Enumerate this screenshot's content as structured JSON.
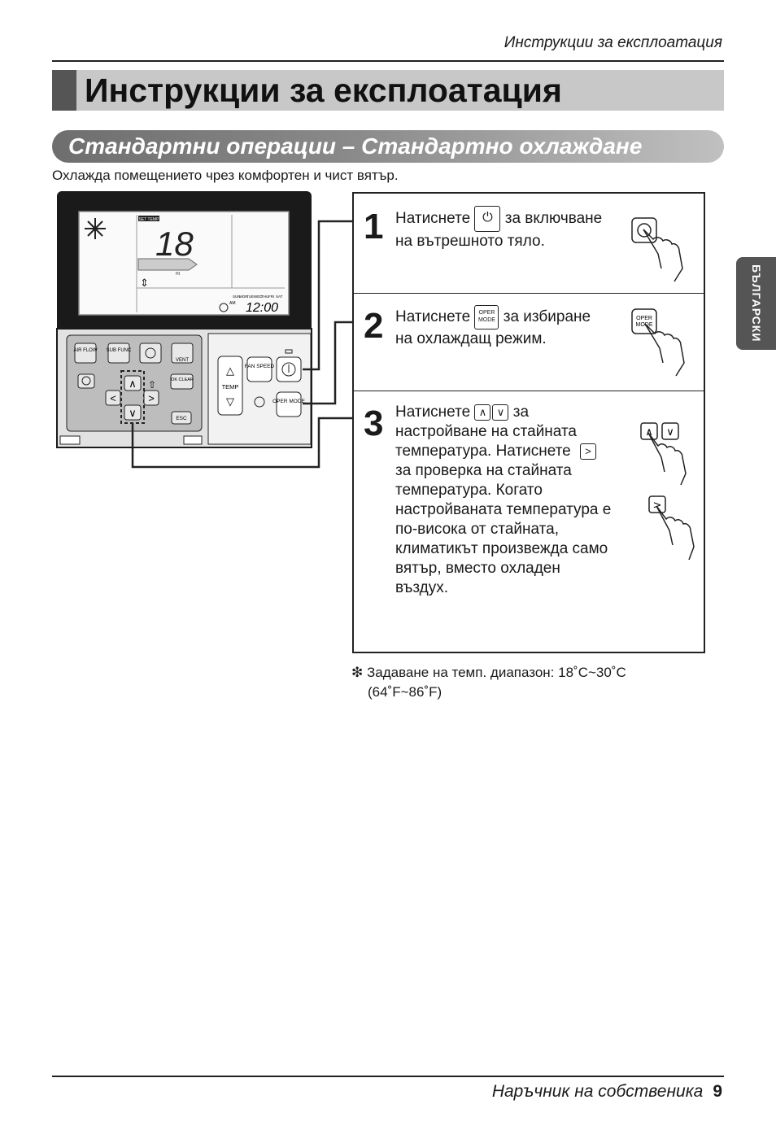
{
  "header": {
    "running_title": "Инструкции за експлоатация"
  },
  "title": "Инструкции за експлоатация",
  "section": {
    "title": "Стандартни операции – Стандартно охлаждане",
    "intro": "Охлажда помещението чрез комфортен и чист вятър."
  },
  "side_tab": "БЪЛГАРСКИ",
  "remote": {
    "set_temp_label": "SET TEMP",
    "temperature": "18",
    "fan_label": "HI",
    "clock": "12:00",
    "am_label": "AM",
    "day_labels": [
      "SUN",
      "MON",
      "TUE",
      "WED",
      "THU",
      "FRI",
      "SAT"
    ],
    "buttons": {
      "airflow": "AIR FLOW",
      "subfunc": "SUB FUNC",
      "vent": "VENT",
      "ok_clear": "OK CLEAR",
      "esc": "ESC",
      "fan_speed": "FAN SPEED",
      "temp": "TEMP",
      "oper_mode": "OPER MODE"
    }
  },
  "steps": [
    {
      "number": "1",
      "line1_before": "Натиснете",
      "line1_after": "за включване",
      "rest": "на вътрешното тяло."
    },
    {
      "number": "2",
      "line1_before": "Натиснете",
      "line1_after": "за избиране",
      "rest": "на охлаждащ режим."
    },
    {
      "number": "3",
      "line1_before": "Натиснете",
      "line1_after": "за",
      "lines": [
        "настройване на стайната",
        "температура. Натиснете",
        "за проверка на стайната",
        "температура. Когато",
        "настройваната температура е",
        "по-висока от стайната,",
        "климатикът произвежда само",
        "вятър, вместо охладен",
        "въздух."
      ]
    }
  ],
  "note": {
    "symbol": "❇",
    "line1": "Задаване на темп. диапазон: 18˚C~30˚C",
    "line2": "(64˚F~86˚F)"
  },
  "footer": {
    "title": "Наръчник на собственика",
    "page": "9"
  }
}
